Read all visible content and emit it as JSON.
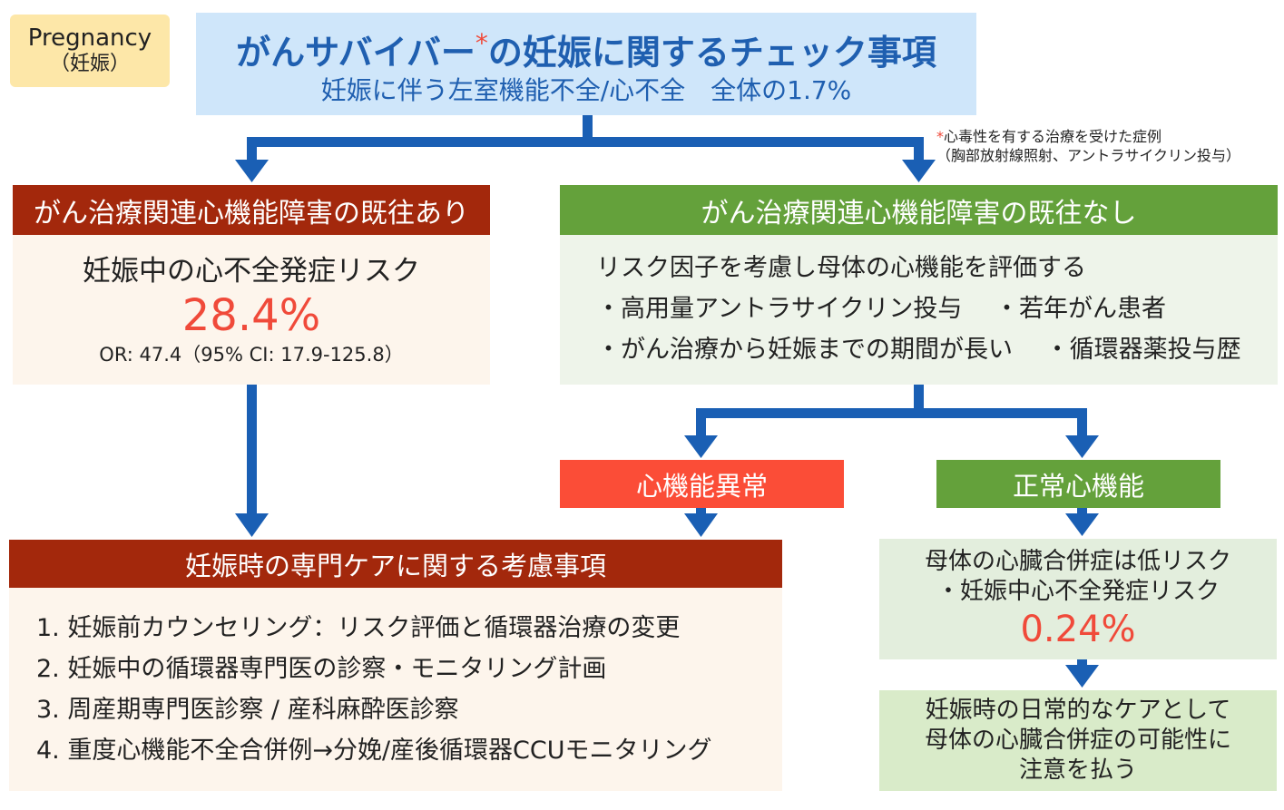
{
  "tag": {
    "line1": "Pregnancy",
    "line2": "（妊娠）"
  },
  "title": {
    "main_before": "がんサバイバー",
    "asterisk": "*",
    "main_after": "の妊娠に関するチェック事項",
    "subtitle": "妊娠に伴う左室機能不全/心不全　全体の1.7%"
  },
  "footnote": {
    "asterisk": "*",
    "line1": "心毒性を有する治療を受けた症例",
    "line2": "（胸部放射線照射、アントラサイクリン投与）"
  },
  "left_branch": {
    "header": "がん治療関連心機能障害の既往あり",
    "risk_label": "妊娠中の心不全発症リスク",
    "risk_value": "28.4%",
    "odds_ratio": "OR: 47.4（95% CI: 17.9-125.8）"
  },
  "right_branch": {
    "header": "がん治療関連心機能障害の既往なし",
    "intro": "リスク因子を考慮し母体の心機能を評価する",
    "row1": "・高用量アントラサイクリン投与　 ・若年がん患者",
    "row2": "・がん治療から妊娠までの期間が長い　 ・循環器薬投与歴"
  },
  "abnormal": {
    "header": "心機能異常"
  },
  "normal": {
    "header": "正常心機能"
  },
  "special_care": {
    "header": "妊娠時の専門ケアに関する考慮事項",
    "items": [
      "1. 妊娠前カウンセリング：リスク評価と循環器治療の変更",
      "2. 妊娠中の循環器専門医の診察・モニタリング計画",
      "3. 周産期専門医診察 / 産科麻酔医診察",
      "4. 重度心機能不全合併例→分娩/産後循環器CCUモニタリング"
    ]
  },
  "low_risk": {
    "line1": "母体の心臓合併症は低リスク",
    "line2": "・妊娠中心不全発症リスク",
    "value": "0.24%"
  },
  "routine_care": {
    "line1": "妊娠時の日常的なケアとして",
    "line2": "母体の心臓合併症の可能性に",
    "line3": "注意を払う"
  },
  "colors": {
    "arrow": "#1a5fb4",
    "title_text": "#1f5fb0",
    "accent_red": "#f04a3a",
    "header_dark_red": "#a3280c",
    "header_green": "#64a13b",
    "header_orange": "#fb4d37"
  }
}
